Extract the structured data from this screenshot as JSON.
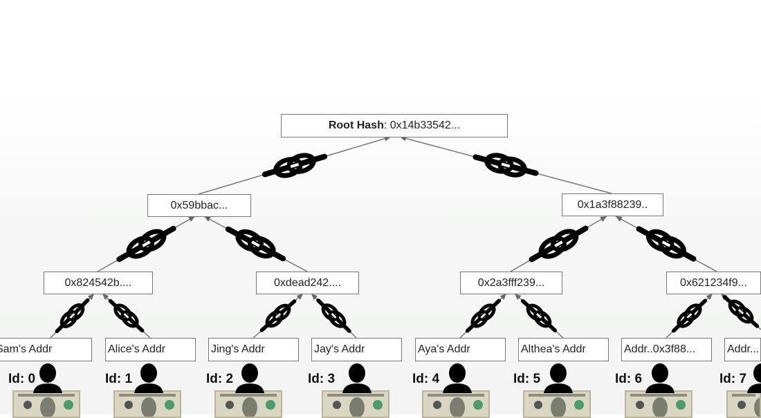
{
  "root": {
    "label_bold": "Root Hash",
    "label_rest": ": 0x14b33542..."
  },
  "level1": [
    "0x59bbac...",
    "0x1a3f88239.."
  ],
  "level2": [
    "0x824542b....",
    "0xdead242....",
    "0x2a3fff239...",
    "0x621234f9..."
  ],
  "leaves": [
    {
      "addr": "Sam's Addr",
      "id": "Id: 0"
    },
    {
      "addr": "Alice's Addr",
      "id": "Id: 1"
    },
    {
      "addr": "Jing's Addr",
      "id": "Id: 2"
    },
    {
      "addr": "Jay's Addr",
      "id": "Id: 3"
    },
    {
      "addr": "Aya's Addr",
      "id": "Id: 4"
    },
    {
      "addr": "Althea's Addr",
      "id": "Id: 5"
    },
    {
      "addr": "Addr..0x3f88...",
      "id": "Id: 6"
    },
    {
      "addr": "Addr...",
      "id": "Id: 7"
    }
  ],
  "icons": {
    "edge": "chain-link-icon",
    "owner": "person-icon",
    "token": "dollar-bill-icon"
  }
}
